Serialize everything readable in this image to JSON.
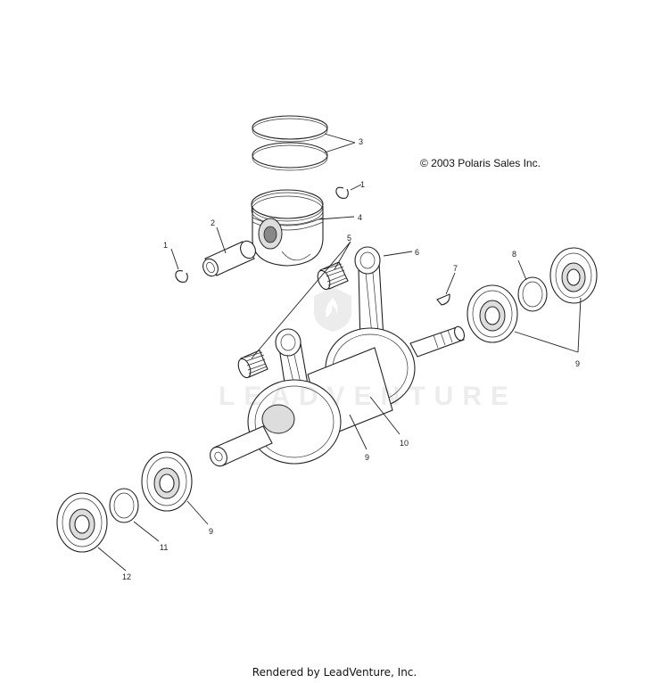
{
  "copyright": "© 2003 Polaris Sales Inc.",
  "footer": "Rendered by LeadVenture, Inc.",
  "watermark": {
    "text": "LEADVENTURE",
    "logo_icon": "flame-shield-icon"
  },
  "callouts": {
    "c1a": "1",
    "c1b": "1",
    "c2": "2",
    "c3": "3",
    "c4": "4",
    "c5": "5",
    "c6": "6",
    "c7": "7",
    "c8": "8",
    "c9a": "9",
    "c9b": "9",
    "c9c": "9",
    "c10": "10",
    "c11": "11",
    "c12": "12"
  }
}
